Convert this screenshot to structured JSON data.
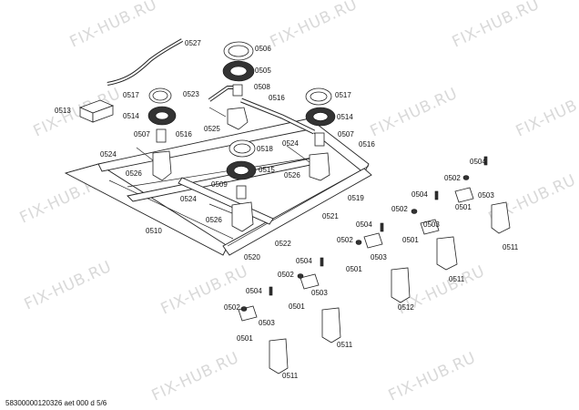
{
  "watermark": {
    "text": "FIX-HUB.RU"
  },
  "footer": {
    "code": "58300000120326 aet 000 d 5/6"
  },
  "labels": {
    "p0527": "0527",
    "p0506": "0506",
    "p0505": "0505",
    "p0508": "0508",
    "p0517a": "0517",
    "p0523": "0523",
    "p0516a": "0516",
    "p0517b": "0517",
    "p0513": "0513",
    "p0514a": "0514",
    "p0514b": "0514",
    "p0525": "0525",
    "p0507a": "0507",
    "p0516b": "0516",
    "p0518": "0518",
    "p0507b": "0507",
    "p0524a": "0524",
    "p0516c": "0516",
    "p0524b": "0524",
    "p0515": "0515",
    "p0526a": "0526",
    "p0526b": "0526",
    "p0509": "0509",
    "p0504a": "0504",
    "p0502a": "0502",
    "p0503a": "0503",
    "p0524c": "0524",
    "p0519": "0519",
    "p0504b": "0504",
    "p0501a": "0501",
    "p0502b": "0502",
    "p0503b": "0503",
    "p0526c": "0526",
    "p0521": "0521",
    "p0504c": "0504",
    "p0510": "0510",
    "p0501b": "0501",
    "p0502c": "0502",
    "p0511a": "0511",
    "p0503c": "0503",
    "p0522": "0522",
    "p0520": "0520",
    "p0504d": "0504",
    "p0501c": "0501",
    "p0502d": "0502",
    "p0503d": "0503",
    "p0511b": "0511",
    "p0501d": "0501",
    "p0512": "0512",
    "p0504e": "0504",
    "p0502e": "0502",
    "p0503e": "0503",
    "p0501e": "0501",
    "p0511c": "0511",
    "p0511d": "0511"
  }
}
